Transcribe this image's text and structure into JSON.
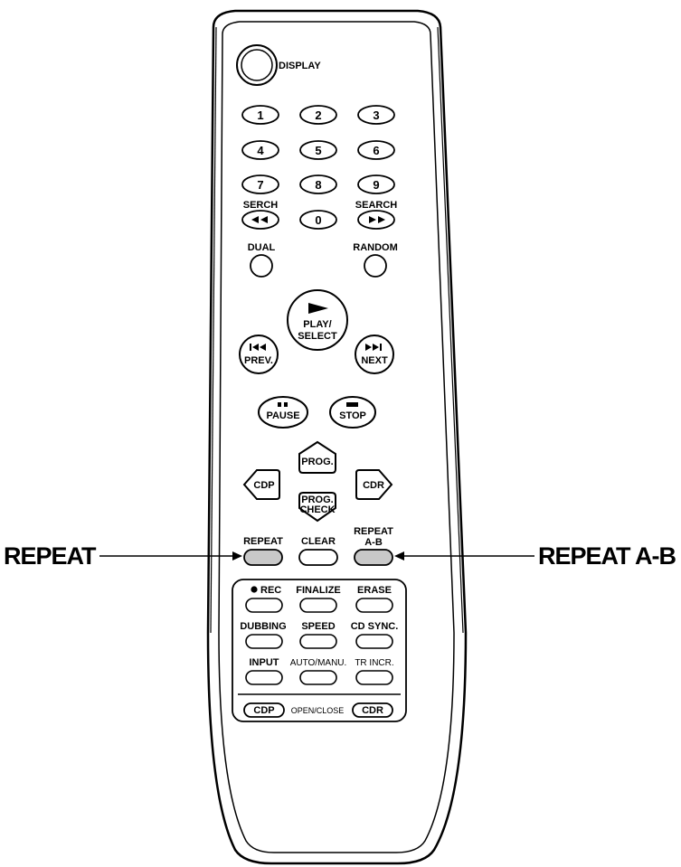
{
  "remote": {
    "display_label": "DISPLAY",
    "numbers": [
      "1",
      "2",
      "3",
      "4",
      "5",
      "6",
      "7",
      "8",
      "9",
      "0"
    ],
    "search_left_label": "SERCH",
    "search_right_label": "SEARCH",
    "dual_label": "DUAL",
    "random_label": "RANDOM",
    "play_label_1": "PLAY/",
    "play_label_2": "SELECT",
    "prev_label": "PREV.",
    "next_label": "NEXT",
    "pause_label": "PAUSE",
    "stop_label": "STOP",
    "prog_label": "PROG.",
    "cdp_label": "CDP",
    "cdr_label": "CDR",
    "prog_check_label_1": "PROG.",
    "prog_check_label_2": "CHECK",
    "repeat_label": "REPEAT",
    "clear_label": "CLEAR",
    "repeat_ab_label_1": "REPEAT",
    "repeat_ab_label_2": "A-B",
    "rec_label": "REC",
    "finalize_label": "FINALIZE",
    "erase_label": "ERASE",
    "dubbing_label": "DUBBING",
    "speed_label": "SPEED",
    "cd_sync_label": "CD SYNC.",
    "input_label": "INPUT",
    "auto_manu_label": "AUTO/MANU.",
    "tr_incr_label": "TR INCR.",
    "open_cdp_label": "CDP",
    "open_close_label": "OPEN/CLOSE",
    "open_cdr_label": "CDR"
  },
  "callouts": {
    "left": "REPEAT",
    "right": "REPEAT A-B"
  },
  "highlight_color": "#c8c8c8"
}
